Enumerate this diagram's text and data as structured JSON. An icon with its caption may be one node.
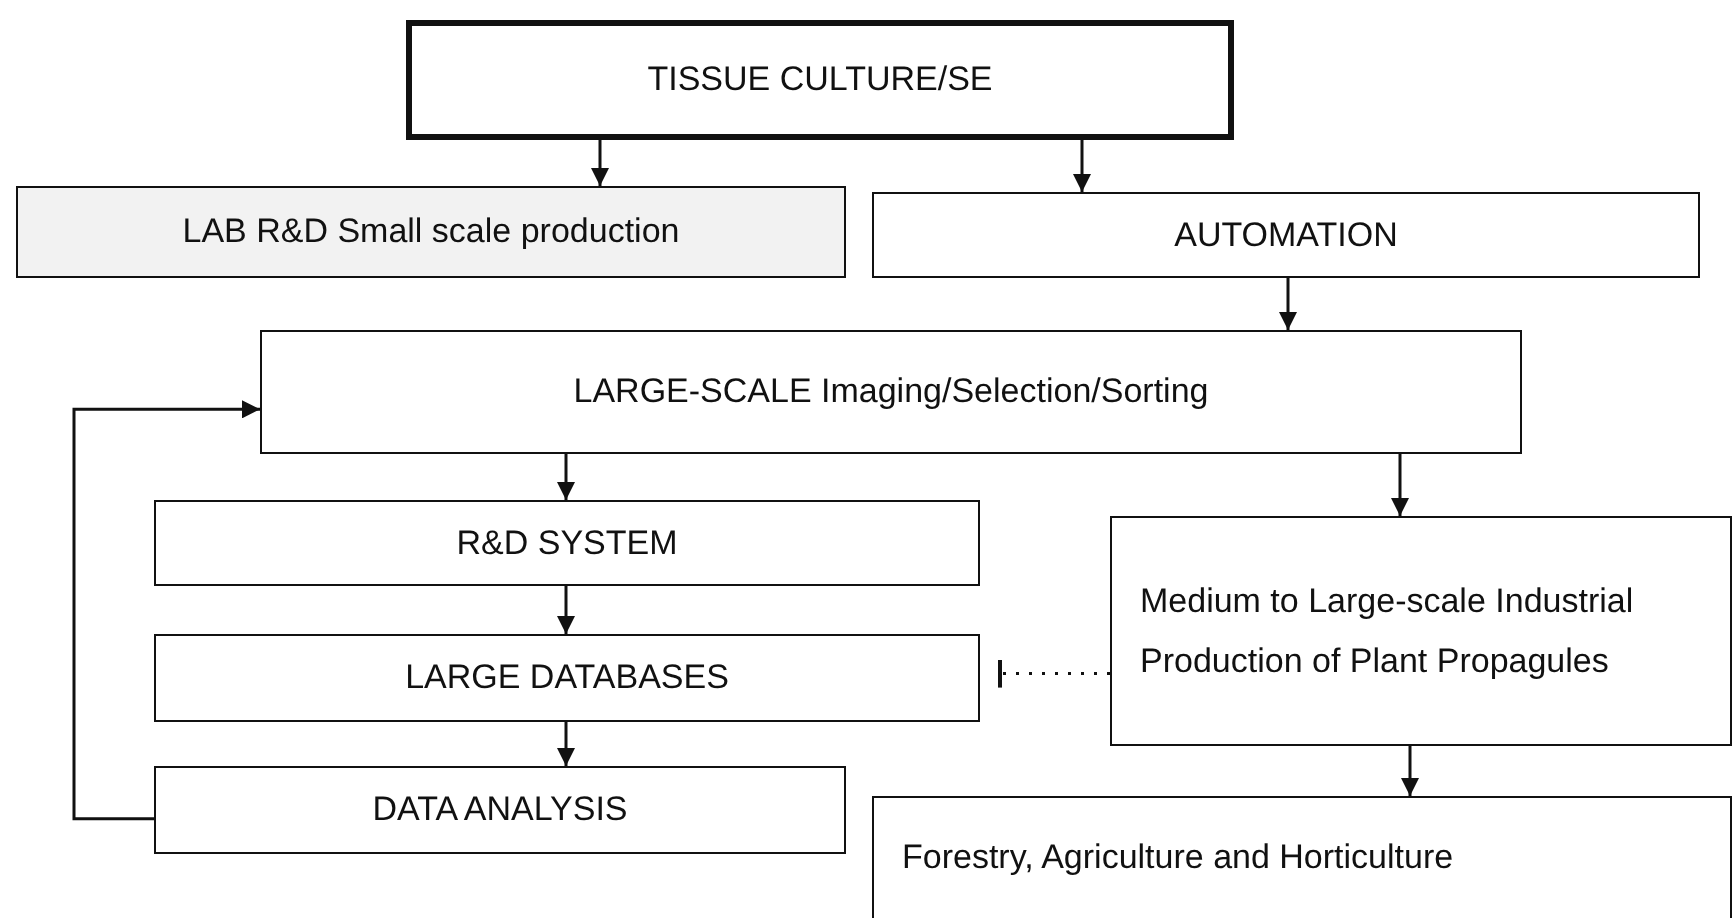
{
  "diagram": {
    "nodes": [
      {
        "text": [
          "TISSUE CULTURE/SE"
        ]
      },
      {
        "text": [
          "LAB R&D Small scale production"
        ]
      },
      {
        "text": [
          "AUTOMATION"
        ]
      },
      {
        "text": [
          "LARGE-SCALE Imaging/Selection/Sorting"
        ]
      },
      {
        "text": [
          "R&D SYSTEM"
        ]
      },
      {
        "text": [
          "LARGE DATABASES"
        ]
      },
      {
        "text": [
          "DATA ANALYSIS"
        ]
      },
      {
        "text": [
          "Medium to Large-scale Industrial Production of Plant Propagules"
        ]
      },
      {
        "text": [
          "Forestry, Agriculture and Horticulture"
        ]
      }
    ],
    "edges": [
      {
        "from": 0,
        "to": 1,
        "arrow": "to"
      },
      {
        "from": 0,
        "to": 2,
        "arrow": "to"
      },
      {
        "from": 2,
        "to": 3,
        "arrow": "to"
      },
      {
        "from": 3,
        "to": 4,
        "arrow": "to"
      },
      {
        "from": 3,
        "to": 7,
        "arrow": "to"
      },
      {
        "from": 4,
        "to": 5,
        "arrow": "to"
      },
      {
        "from": 5,
        "to": 6,
        "arrow": "to"
      },
      {
        "from": 6,
        "to": 3,
        "arrow": "to"
      },
      {
        "from": 7,
        "to": 5,
        "arrow": "other",
        "style": "dashed"
      },
      {
        "from": 7,
        "to": 8,
        "arrow": "to"
      }
    ]
  }
}
